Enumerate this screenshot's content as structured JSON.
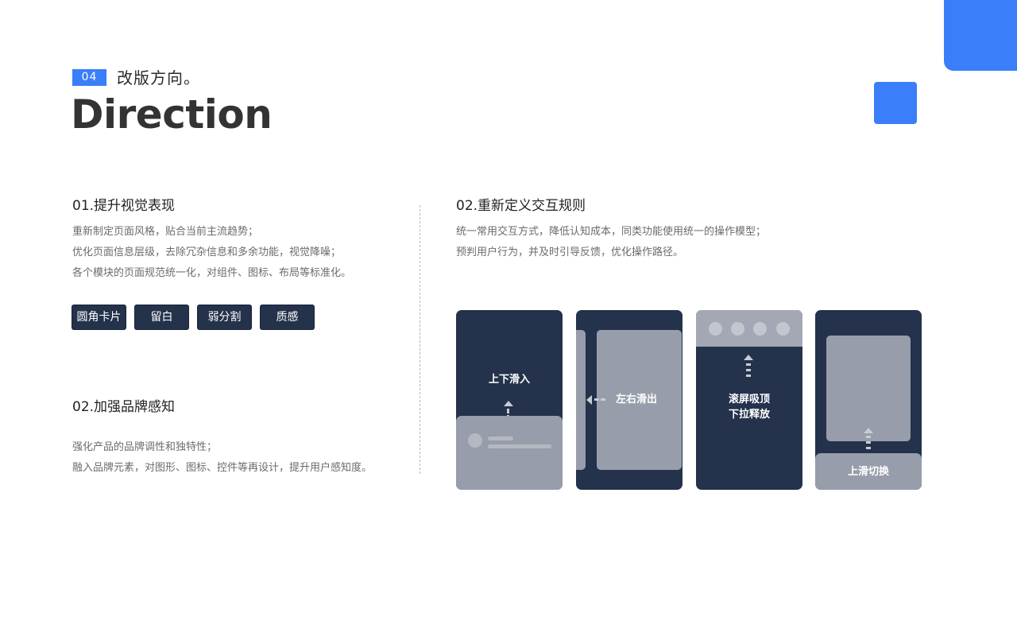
{
  "header": {
    "section_number": "04",
    "section_title_cn": "改版方向。",
    "page_title": "Direction"
  },
  "left": {
    "block1": {
      "heading": "01.提升视觉表现",
      "lines": [
        "重新制定页面风格，贴合当前主流趋势；",
        "优化页面信息层级，去除冗杂信息和多余功能，视觉降噪；",
        "各个模块的页面规范统一化，对组件、图标、布局等标准化。"
      ]
    },
    "tags": [
      "圆角卡片",
      "留白",
      "弱分割",
      "质感"
    ],
    "block2": {
      "heading": "02.加强品牌感知",
      "lines": [
        "强化产品的品牌调性和独特性；",
        "融入品牌元素，对图形、图标、控件等再设计，提升用户感知度。"
      ]
    }
  },
  "right": {
    "heading": "02.重新定义交互规则",
    "lines": [
      "统一常用交互方式，降低认知成本，同类功能使用统一的操作模型；",
      "预判用户行为，并及时引导反馈，优化操作路径。"
    ],
    "cards": [
      {
        "label": "上下滑入"
      },
      {
        "label": "左右滑出"
      },
      {
        "label_line1": "滚屏吸顶",
        "label_line2": "下拉释放"
      },
      {
        "label": "上滑切换"
      }
    ]
  },
  "colors": {
    "accent": "#3a7ef9",
    "navy": "#24324c",
    "panel_gray": "#979daa"
  }
}
